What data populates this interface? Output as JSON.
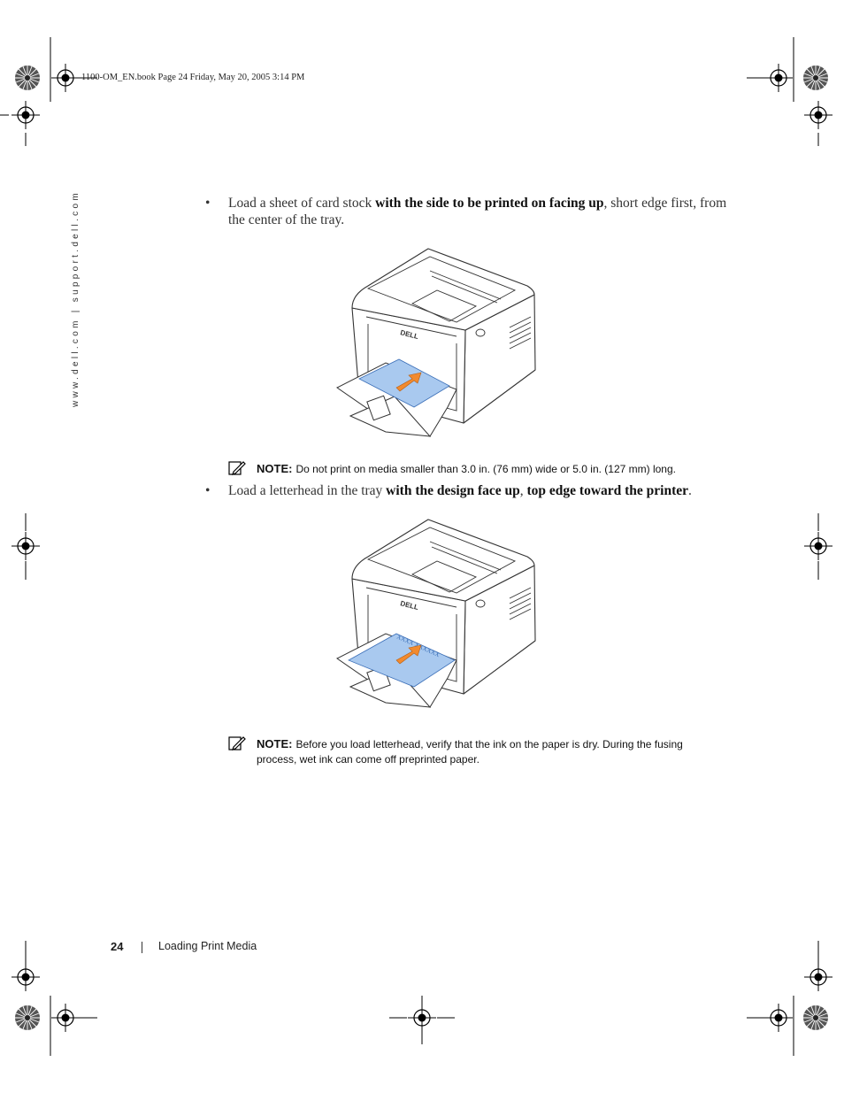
{
  "header": {
    "book_info": "1100-OM_EN.book  Page 24  Friday, May 20, 2005  3:14 PM"
  },
  "sidebar": {
    "url": "www.dell.com | support.dell.com"
  },
  "content": {
    "bullet1": {
      "symbol": "•",
      "text_a": "Load a sheet of card stock ",
      "bold": "with the side to be printed on facing up",
      "text_b": ", short edge first, from the center of the tray."
    },
    "note1": {
      "label": "NOTE:",
      "text": "Do not print on media smaller than 3.0 in. (76 mm) wide or 5.0 in. (127 mm) long."
    },
    "bullet2": {
      "symbol": "•",
      "text_a": "Load a letterhead in the tray ",
      "bold_a": "with the design face up",
      "comma": ", ",
      "bold_b": "top edge toward the printer",
      "period": "."
    },
    "figure1": {
      "logo_text": "DELL"
    },
    "figure2": {
      "logo_text": "DELL",
      "letterhead_marks": "XXXX XXXXXX"
    },
    "note2": {
      "label": "NOTE:",
      "text": "Before you load letterhead, verify that the ink on the paper is dry. During the fusing process, wet ink can come off preprinted paper."
    }
  },
  "footer": {
    "page_number": "24",
    "section_title": "Loading Print Media"
  },
  "colors": {
    "paper": "#a9c9ef",
    "arrow": "#f28a2e",
    "printer_stroke": "#333333"
  },
  "icons": [
    "registration-mark-icon",
    "starburst-mark-icon",
    "pencil-note-icon"
  ]
}
